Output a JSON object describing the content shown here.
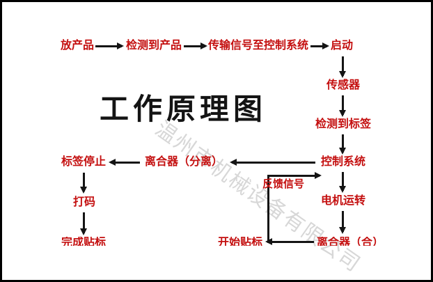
{
  "title": "工作原理图",
  "watermark_text": "温州市机械设备有限公司",
  "colors": {
    "node_text": "#c40f0f",
    "arrow": "#141414",
    "title": "#141414",
    "watermark": "#bdbdbd",
    "background": "#ffffff",
    "border": "#000000"
  },
  "flowchart": {
    "nodes": {
      "place_product": "放产品",
      "detect_product": "检测到产品",
      "transmit_signal": "传输信号至控制系统",
      "start": "启动",
      "sensor": "传感器",
      "detect_label": "检测到标签",
      "control_system": "控制系统",
      "motor_run": "电机运转",
      "clutch_engage": "离合器（合）",
      "clutch_disengage": "离合器（分离）",
      "label_stop": "标签停止",
      "print_code": "打码",
      "finish_labeling": "完成贴标",
      "start_labeling": "开始贴标",
      "feedback_signal": "反馈信号"
    }
  }
}
